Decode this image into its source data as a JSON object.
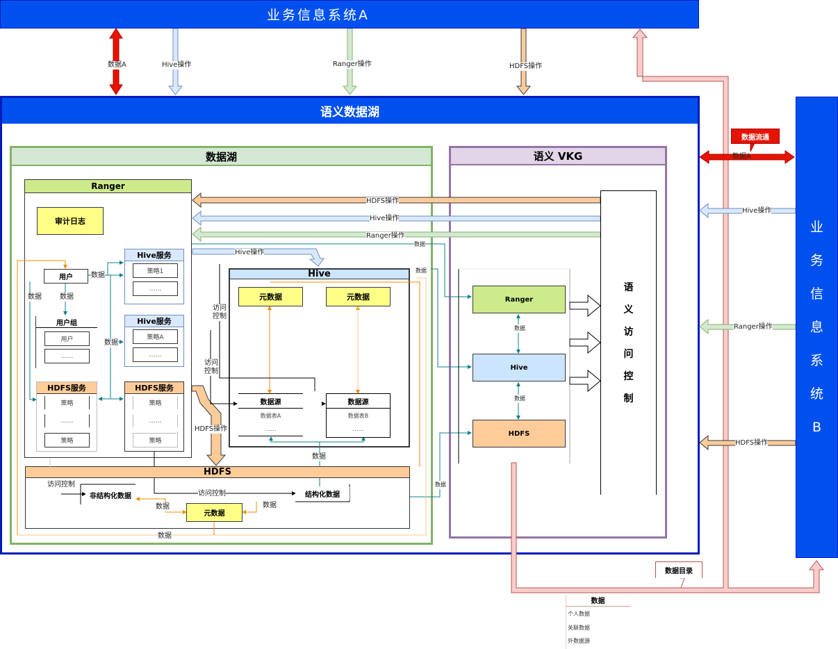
{
  "system_a": {
    "title": "业务信息系统A"
  },
  "system_b": {
    "title_chars": [
      "业",
      "务",
      "信",
      "息",
      "系",
      "统",
      "B"
    ]
  },
  "top_arrows": {
    "data_a": "数据A",
    "hive_op": "Hive操作",
    "ranger_op": "Ranger操作",
    "hdfs_op": "HDFS操作"
  },
  "semantic_lake": {
    "title": "语义数据湖"
  },
  "data_lake": {
    "title": "数据湖",
    "ranger": {
      "title": "Ranger",
      "audit_log": "审计日志",
      "user": "用户",
      "user_group": {
        "title": "用户组",
        "items": [
          "用户",
          "……"
        ]
      },
      "hive_services": [
        {
          "title": "Hive服务",
          "items": [
            "策略1",
            "……"
          ]
        },
        {
          "title": "Hive服务",
          "items": [
            "策略A",
            "……"
          ]
        }
      ],
      "hdfs_services": [
        {
          "title": "HDFS服务",
          "items": [
            "策略",
            "……",
            "策略"
          ]
        },
        {
          "title": "HDFS服务",
          "items": [
            "策略",
            "……",
            "策略"
          ]
        }
      ],
      "edge_labels": {
        "data1": "数据",
        "data2": "数据",
        "data3": "数据",
        "data4": "数据"
      }
    },
    "ops_labels": {
      "hdfs_op": "HDFS操作",
      "hive_op": "Hive操作",
      "ranger_op": "Ranger操作",
      "hive_op_inner": "Hive操作",
      "hdfs_op_down": "HDFS操作",
      "access_control_1": "访问控制",
      "access_control_2": "访问控制",
      "data_right_1": "数据",
      "data_right_2": "数据",
      "data_right_3": "数据"
    },
    "hive": {
      "title": "Hive",
      "metadata": [
        "元数据",
        "元数据"
      ],
      "sources": [
        {
          "title": "数据源",
          "items": [
            "数据表A",
            "……"
          ]
        },
        {
          "title": "数据源",
          "items": [
            "数据表B",
            "……"
          ]
        }
      ],
      "data_label": "数据"
    },
    "hdfs": {
      "title": "HDFS",
      "unstructured": "非结构化数据",
      "structured": "结构化数据",
      "metadata": "元数据",
      "access_control_left": "访问控制",
      "access_control_mid": "访问控制",
      "data_left": "数据",
      "data_right": "数据",
      "data_bottom": "数据"
    }
  },
  "vkg": {
    "title": "语义 VKG",
    "ranger": "Ranger",
    "hive": "Hive",
    "hdfs": "HDFS",
    "data_1": "数据",
    "data_2": "数据",
    "access_control_chars": [
      "语",
      "义",
      "访",
      "问",
      "控",
      "制"
    ]
  },
  "right_arrows": {
    "data_flow": "数据流通",
    "data_a": "数据A",
    "hive_op": "Hive操作",
    "ranger_op": "Ranger操作",
    "hdfs_op": "HDFS操作"
  },
  "catalog": {
    "label": "数据目录"
  },
  "legend": {
    "title": "数据",
    "items": [
      "个人数据",
      "关联数据",
      "外数据源"
    ]
  },
  "colors": {
    "system_blue": "#0050ef",
    "data_red": "#e51400",
    "hive_blue": "#dae8fc",
    "ranger_green": "#d5e8d4",
    "hdfs_orange": "#ffcc99",
    "catalog_pink": "#f8cecc",
    "teal": "#0e8088",
    "orange_line": "#f08c00"
  }
}
